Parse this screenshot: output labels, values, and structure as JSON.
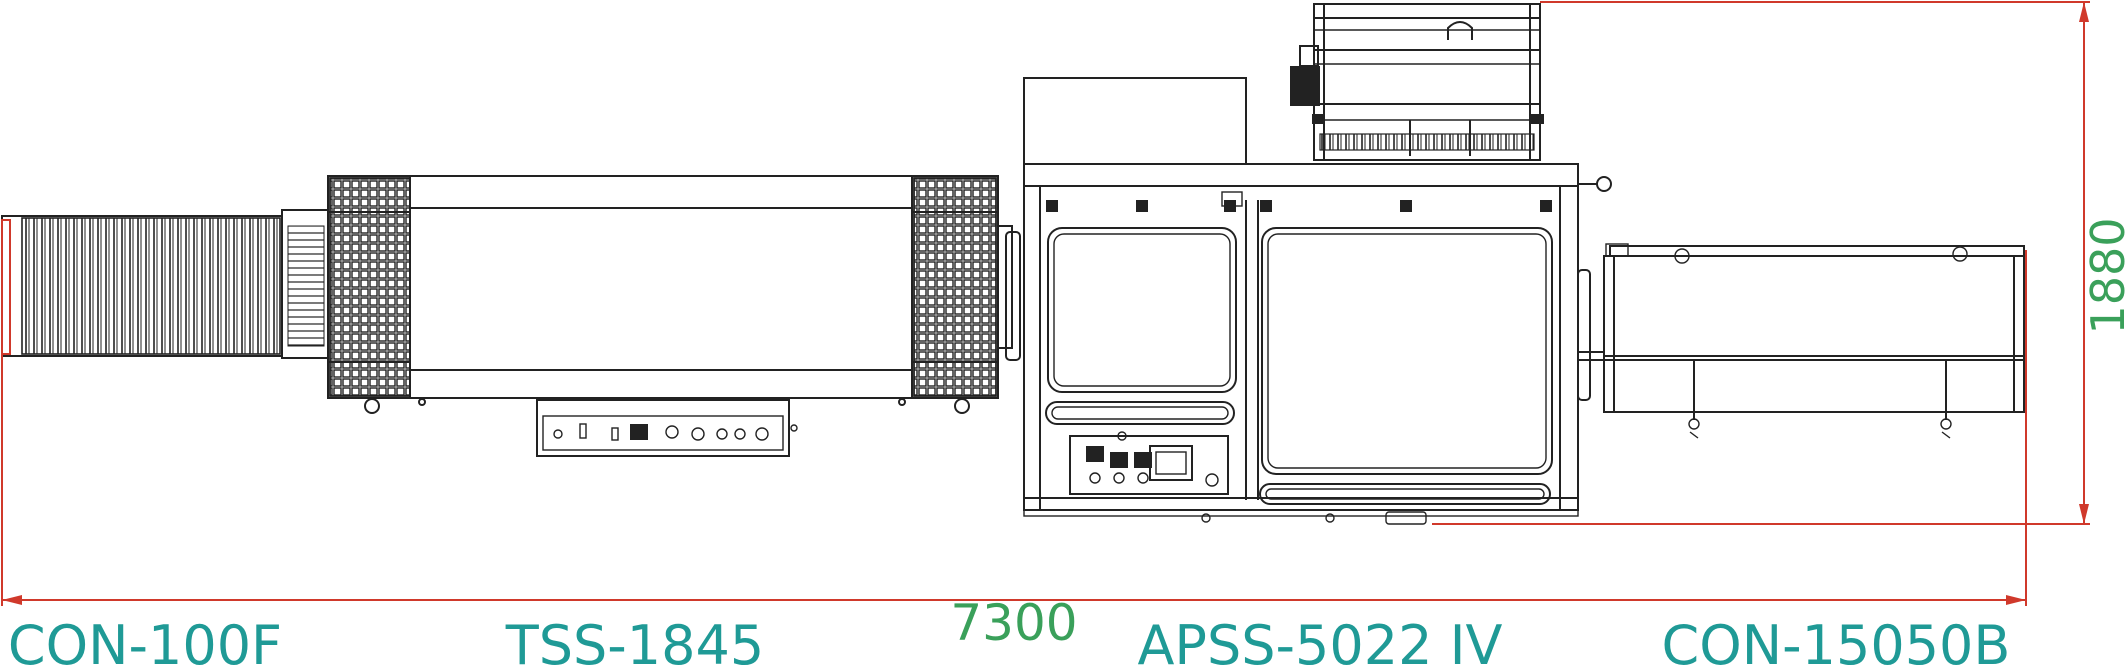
{
  "dimensions": {
    "overall_length": "7300",
    "overall_height": "1880"
  },
  "labels": {
    "feed_conveyor": "CON-100F",
    "shrink_tunnel": "TSS-1845",
    "sealer": "APSS-5022 IV",
    "out_conveyor": "CON-15050B"
  },
  "colors": {
    "dimension_line": "#d0392b",
    "dimension_text": "#3aa05a",
    "label_text": "#1f9a96",
    "drawing_line": "#222222"
  }
}
